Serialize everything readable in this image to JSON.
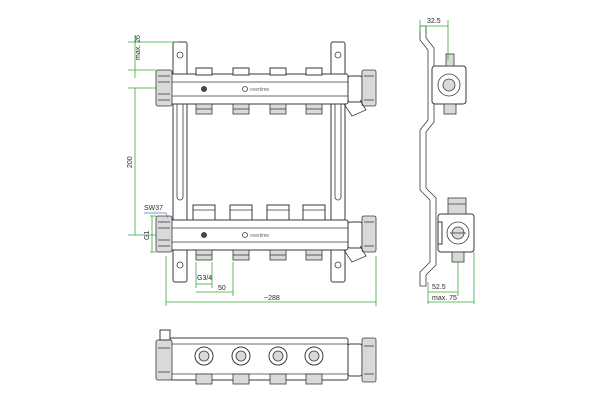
{
  "dimensions": {
    "max_26": "max. 26",
    "height_200": "200",
    "sw37": "SW37",
    "g1": "G1",
    "g34": "G3/4",
    "spacing_50": "50",
    "width_288": "~288",
    "depth_32_5": "32.5",
    "depth_52_5": "52.5",
    "max_75": "max. 75"
  },
  "brand": "overtime",
  "colors": {
    "dimension_line": "#3aa83a",
    "outline": "#3a3a3a",
    "annotation": "#4a7ec9"
  },
  "outlets_per_bar": 4
}
